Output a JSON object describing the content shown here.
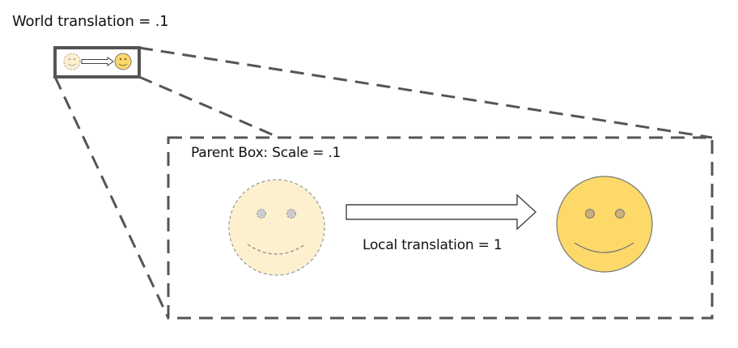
{
  "labels": {
    "world_translation": "World translation = .1",
    "parent_box": "Parent Box: Scale = .1",
    "local_translation": "Local translation = 1"
  },
  "colors": {
    "stroke": "#555555",
    "faded_face_fill": "#fdf0cf",
    "faded_face_stroke": "#999999",
    "faded_eye_fill": "#cccccc",
    "face_fill": "#fdd96a",
    "face_stroke": "#777777",
    "eye_fill": "#c9b27a",
    "arrow_fill": "#ffffff",
    "arrow_stroke": "#444444"
  },
  "icons": {
    "faded_face": "smiley-face-icon",
    "face": "smiley-face-icon",
    "arrow": "right-arrow-icon"
  }
}
